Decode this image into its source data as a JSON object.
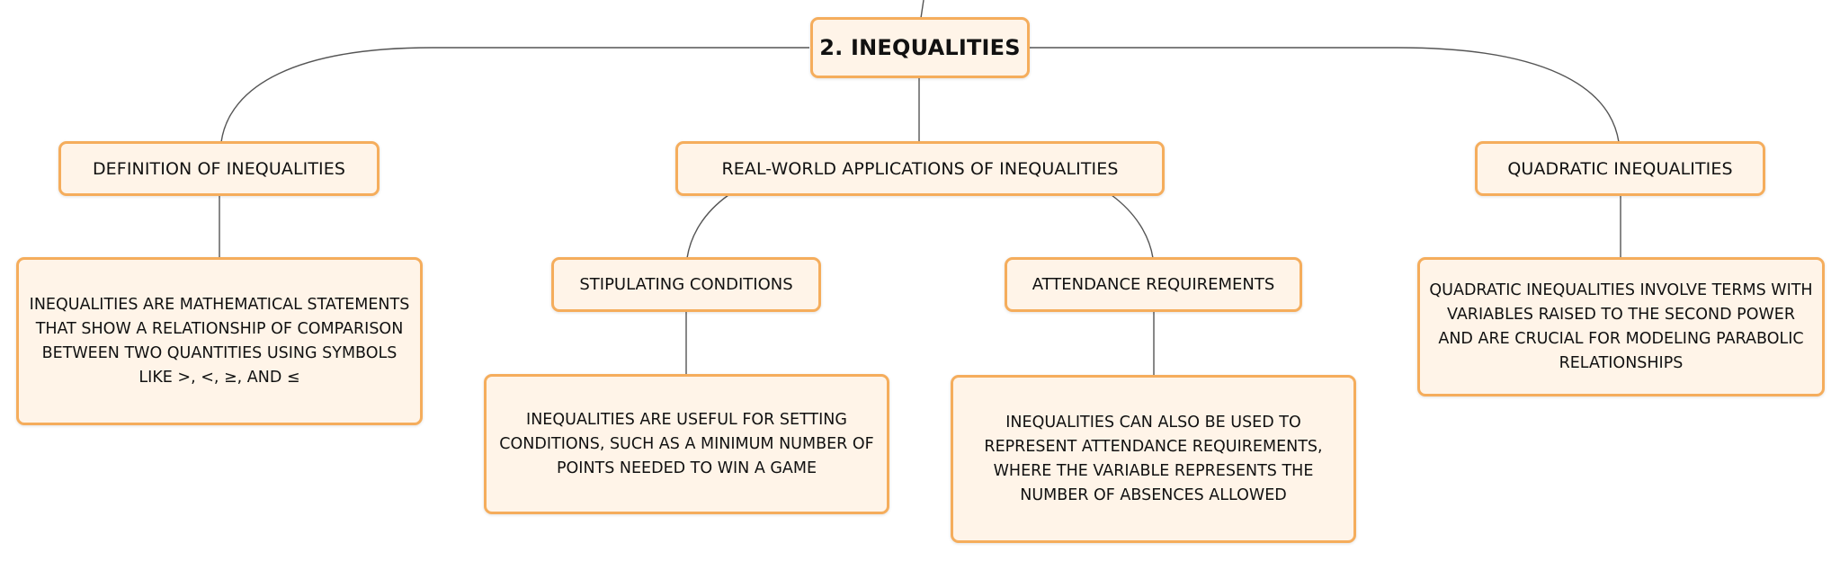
{
  "diagram": {
    "root": {
      "label": "2. INEQUALITIES"
    },
    "branches": [
      {
        "label": "DEFINITION OF INEQUALITIES",
        "detail": "INEQUALITIES ARE MATHEMATICAL STATEMENTS THAT SHOW A RELATIONSHIP OF COMPARISON BETWEEN TWO QUANTITIES USING SYMBOLS LIKE >, <, ≥, AND ≤"
      },
      {
        "label": "REAL-WORLD APPLICATIONS OF INEQUALITIES",
        "children": [
          {
            "label": "STIPULATING CONDITIONS",
            "detail": "INEQUALITIES ARE USEFUL FOR SETTING CONDITIONS, SUCH AS A MINIMUM NUMBER OF POINTS NEEDED TO WIN A GAME"
          },
          {
            "label": "ATTENDANCE REQUIREMENTS",
            "detail": "INEQUALITIES CAN ALSO BE USED TO REPRESENT ATTENDANCE REQUIREMENTS, WHERE THE VARIABLE REPRESENTS THE NUMBER OF ABSENCES ALLOWED"
          }
        ]
      },
      {
        "label": "QUADRATIC INEQUALITIES",
        "detail": "QUADRATIC INEQUALITIES INVOLVE TERMS WITH VARIABLES RAISED TO THE SECOND POWER AND ARE CRUCIAL FOR MODELING PARABOLIC RELATIONSHIPS"
      }
    ]
  },
  "colors": {
    "node_fill": "#fff4e8",
    "node_border": "#f5ad5c",
    "connector": "#555555",
    "text": "#111111"
  }
}
